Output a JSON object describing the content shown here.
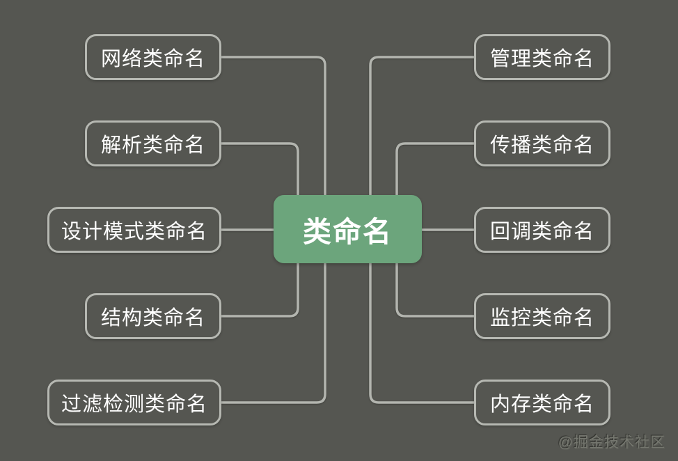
{
  "center": {
    "label": "类命名"
  },
  "left_branches": [
    {
      "label": "网络类命名"
    },
    {
      "label": "解析类命名"
    },
    {
      "label": "设计模式类命名"
    },
    {
      "label": "结构类命名"
    },
    {
      "label": "过滤检测类命名"
    }
  ],
  "right_branches": [
    {
      "label": "管理类命名"
    },
    {
      "label": "传播类命名"
    },
    {
      "label": "回调类命名"
    },
    {
      "label": "监控类命名"
    },
    {
      "label": "内存类命名"
    }
  ],
  "watermark": {
    "text": "@掘金技术社区"
  },
  "edges": [
    {
      "from": "类命名",
      "to": "网络类命名"
    },
    {
      "from": "类命名",
      "to": "解析类命名"
    },
    {
      "from": "类命名",
      "to": "设计模式类命名"
    },
    {
      "from": "类命名",
      "to": "结构类命名"
    },
    {
      "from": "类命名",
      "to": "过滤检测类命名"
    },
    {
      "from": "类命名",
      "to": "管理类命名"
    },
    {
      "from": "类命名",
      "to": "传播类命名"
    },
    {
      "from": "类命名",
      "to": "回调类命名"
    },
    {
      "from": "类命名",
      "to": "监控类命名"
    },
    {
      "from": "类命名",
      "to": "内存类命名"
    }
  ],
  "colors": {
    "background": "#555651",
    "center_fill": "#6ca57c",
    "node_border": "#b6b8b2",
    "connector": "#b3b5af",
    "text": "#ffffff",
    "watermark_text": "#75776f"
  }
}
